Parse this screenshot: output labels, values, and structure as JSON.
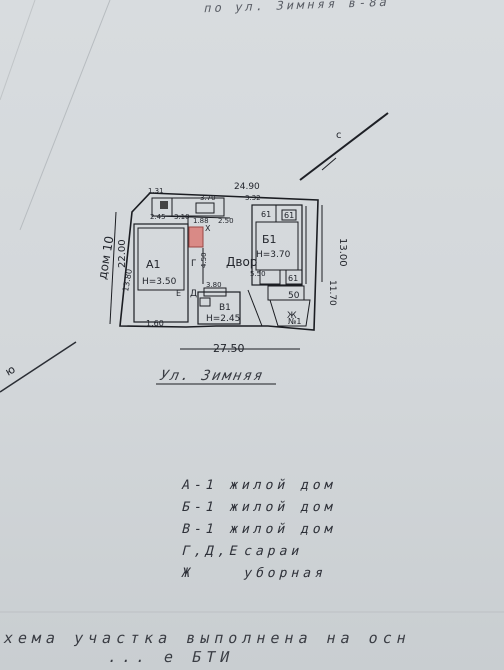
{
  "header": "по ул. Зимняя в-8а",
  "plan": {
    "house_label": "дом 10",
    "north_label": "с",
    "south_label": "ю",
    "dims": {
      "top": "24.90",
      "bottom": "27.50",
      "left": "22.00",
      "right_top": "13.00",
      "right_bottom": "11.70",
      "left_side": "13.80",
      "bottom_left": "1.60",
      "small_1": "1.31",
      "small_2": "3.70",
      "small_3": "2.45",
      "small_4": "3.32",
      "small_5": "3.10",
      "small_6": "1.88",
      "small_7": "2.50",
      "small_8": "4.50",
      "small_9": "3.80",
      "small_10": "5.50"
    },
    "rooms": {
      "a": "А1",
      "a_h": "Н=3.50",
      "b": "Б1",
      "b_h": "Н=3.70",
      "v": "В1",
      "v_h": "Н=2.45",
      "yard": "Двор",
      "g": "Г",
      "d": "Д",
      "e": "Е",
      "zh": "Ж",
      "n1": "№1",
      "n50": "50",
      "n61a": "61",
      "n61b": "61",
      "n61c": "61",
      "nx": "Х"
    }
  },
  "street": "Ул. Зимняя",
  "legend": [
    {
      "code": "А-1",
      "text": "жилой дом"
    },
    {
      "code": "Б-1",
      "text": "жилой дом"
    },
    {
      "code": "В-1",
      "text": "жилой дом"
    },
    {
      "code": "Г,Д,Е",
      "text": "сараи"
    },
    {
      "code": "Ж",
      "text": "уборная"
    }
  ],
  "footer": {
    "line1": "хема участка выполнена на осн",
    "line2": "... е БТИ"
  }
}
